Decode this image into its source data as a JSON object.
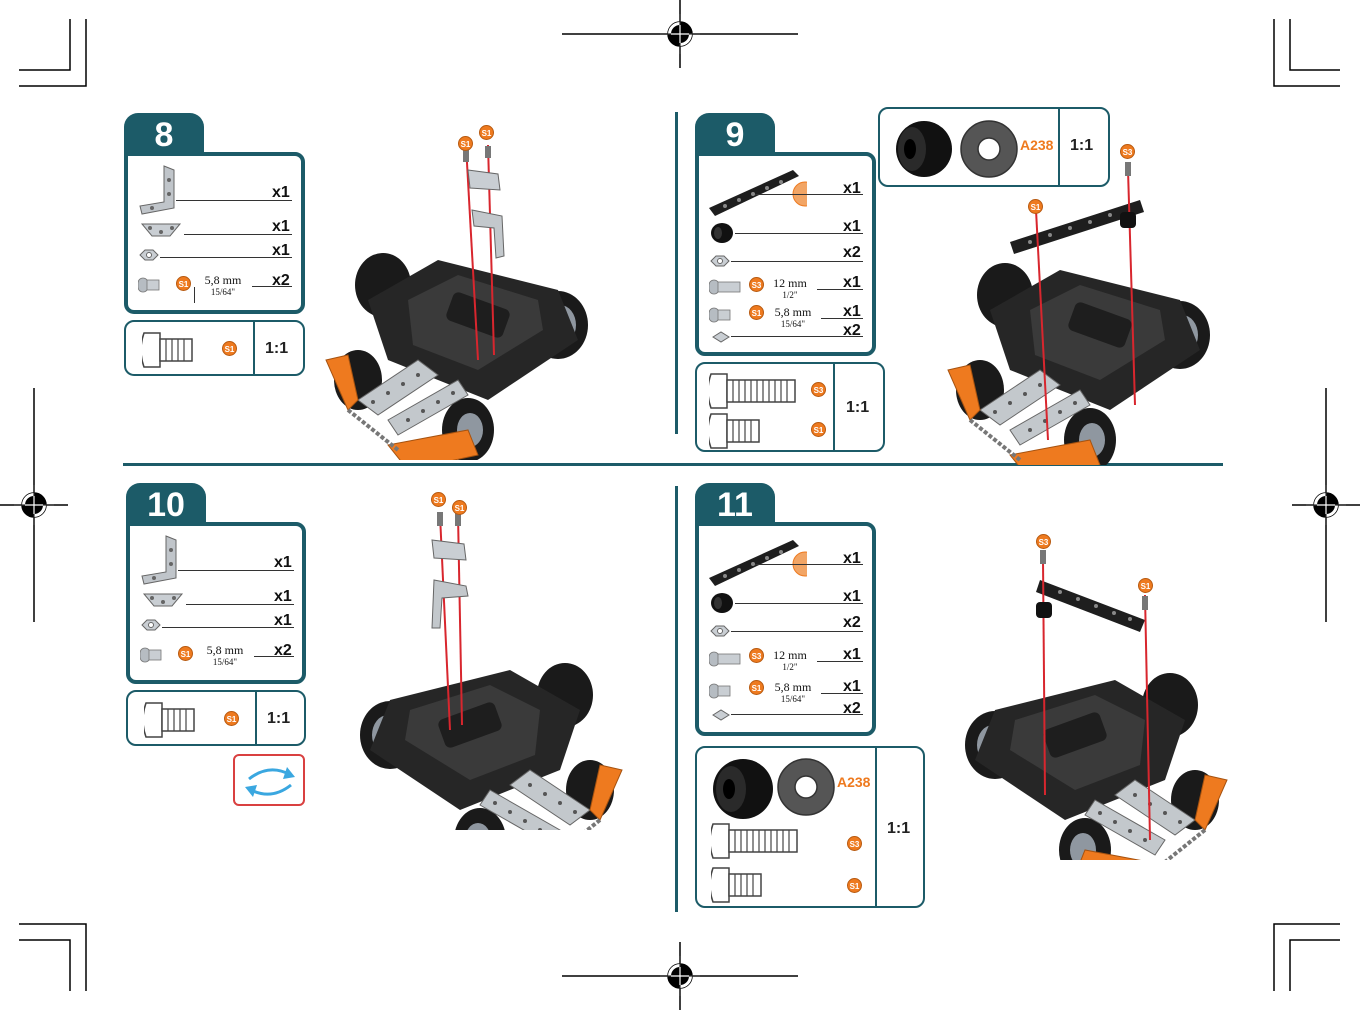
{
  "colors": {
    "accent": "#1c5b68",
    "orange": "#ee7a1f",
    "wire": "#d8262e",
    "refresh_border": "#d94040",
    "refresh_arrows": "#3aa7e0"
  },
  "steps": [
    {
      "number": "8",
      "parts": [
        {
          "icon": "angle-bracket-icon",
          "qty": "x1"
        },
        {
          "icon": "triangle-plate-icon",
          "qty": "x1"
        },
        {
          "icon": "nut-icon",
          "qty": "x1"
        },
        {
          "icon": "bolt-icon",
          "badge": "S1",
          "size_mm": "5,8 mm",
          "size_in": "15/64\"",
          "qty": "x2"
        }
      ],
      "scale": {
        "items": [
          {
            "icon": "bolt-icon",
            "badge": "S1"
          }
        ],
        "ratio": "1:1"
      },
      "callouts": [
        "S1",
        "S1"
      ]
    },
    {
      "number": "9",
      "parts": [
        {
          "icon": "perforated-strip-icon",
          "qty": "x1"
        },
        {
          "icon": "spacer-icon",
          "qty": "x1"
        },
        {
          "icon": "nut-icon",
          "qty": "x2"
        },
        {
          "icon": "bolt-icon",
          "badge": "S3",
          "size_mm": "12 mm",
          "size_in": "1/2\"",
          "qty": "x1"
        },
        {
          "icon": "bolt-icon",
          "badge": "S1",
          "size_mm": "5,8 mm",
          "size_in": "15/64\"",
          "qty": "x1"
        },
        {
          "icon": "square-nut-icon",
          "qty": "x2"
        }
      ],
      "scale": {
        "items": [
          {
            "icon": "bolt-icon",
            "badge": "S3"
          },
          {
            "icon": "bolt-icon",
            "badge": "S1"
          }
        ],
        "ratio": "1:1"
      },
      "spacer_scale": {
        "code": "A238",
        "ratio": "1:1"
      },
      "callouts": [
        "S1",
        "S3"
      ]
    },
    {
      "number": "10",
      "parts": [
        {
          "icon": "angle-bracket-icon",
          "qty": "x1"
        },
        {
          "icon": "triangle-plate-icon",
          "qty": "x1"
        },
        {
          "icon": "nut-icon",
          "qty": "x1"
        },
        {
          "icon": "bolt-icon",
          "badge": "S1",
          "size_mm": "5,8 mm",
          "size_in": "15/64\"",
          "qty": "x2"
        }
      ],
      "scale": {
        "items": [
          {
            "icon": "bolt-icon",
            "badge": "S1"
          }
        ],
        "ratio": "1:1"
      },
      "callouts": [
        "S1",
        "S1"
      ]
    },
    {
      "number": "11",
      "parts": [
        {
          "icon": "perforated-strip-icon",
          "qty": "x1"
        },
        {
          "icon": "spacer-icon",
          "qty": "x1"
        },
        {
          "icon": "nut-icon",
          "qty": "x2"
        },
        {
          "icon": "bolt-icon",
          "badge": "S3",
          "size_mm": "12 mm",
          "size_in": "1/2\"",
          "qty": "x1"
        },
        {
          "icon": "bolt-icon",
          "badge": "S1",
          "size_mm": "5,8 mm",
          "size_in": "15/64\"",
          "qty": "x1"
        },
        {
          "icon": "square-nut-icon",
          "qty": "x2"
        }
      ],
      "scale": {
        "code": "A238",
        "items": [
          {
            "icon": "bolt-icon",
            "badge": "S3"
          },
          {
            "icon": "bolt-icon",
            "badge": "S1"
          }
        ],
        "ratio": "1:1"
      },
      "callouts": [
        "S3",
        "S1"
      ]
    }
  ]
}
